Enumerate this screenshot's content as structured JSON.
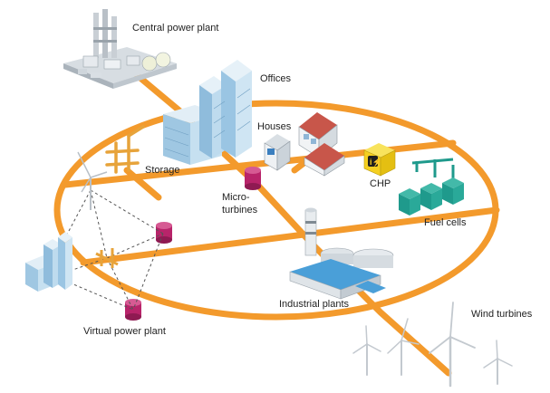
{
  "labels": {
    "central_power_plant": "Central power plant",
    "offices": "Offices",
    "houses": "Houses",
    "storage": "Storage",
    "micro_turbines_line1": "Micro-",
    "micro_turbines_line2": "turbines",
    "chp": "CHP",
    "fuel_cells": "Fuel cells",
    "industrial_plants": "Industrial plants",
    "wind_turbines": "Wind turbines",
    "virtual_power_plant": "Virtual power plant"
  },
  "colors": {
    "grid_line": "#f39a2c",
    "micro_turbine": "#b8246a",
    "fuel_cell": "#1f9a8c",
    "chp": "#f5d021",
    "storage": "#e7a33a",
    "building_glass": "#b9d9ec",
    "roof_red": "#c8564a",
    "industrial_roof": "#4a9fd8"
  }
}
